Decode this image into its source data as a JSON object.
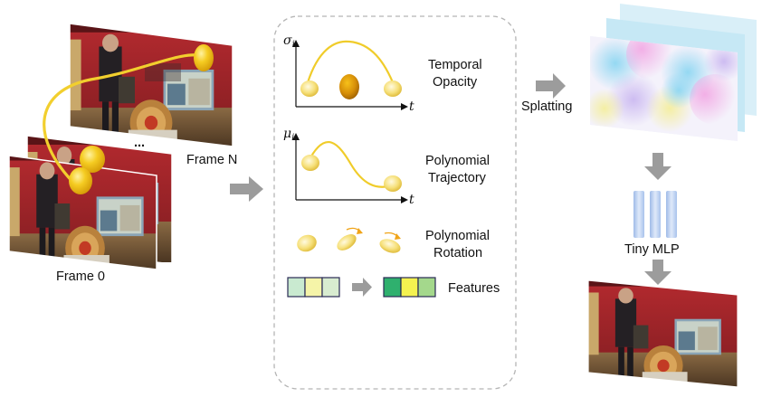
{
  "input_frames": {
    "frame_n_label": "Frame N",
    "frame_0_label": "Frame 0",
    "ellipsis": "..."
  },
  "attributes": {
    "temporal_opacity": {
      "y_symbol": "σ",
      "y_subscript": "i",
      "x_symbol": "t",
      "label_line1": "Temporal",
      "label_line2": "Opacity"
    },
    "polynomial_trajectory": {
      "y_symbol": "μ",
      "y_subscript": "i",
      "x_symbol": "t",
      "label_line1": "Polynomial",
      "label_line2": "Trajectory"
    },
    "polynomial_rotation": {
      "label_line1": "Polynomial",
      "label_line2": "Rotation"
    },
    "features": {
      "label": "Features",
      "before_colors": [
        "#c9ead0",
        "#f5f4a8",
        "#d8ecd0"
      ],
      "after_colors": [
        "#2fb06e",
        "#f4f250",
        "#a4d88c"
      ]
    }
  },
  "pipeline": {
    "splatting_label": "Splatting",
    "mlp_label": "Tiny MLP"
  },
  "colors": {
    "gaussian_gold": "#f2c318",
    "gaussian_light": "#f7dc6a",
    "curve": "#f0cc2a",
    "arrow": "#9c9c9c",
    "mlp_bar": "#b7cdee",
    "dashed_border": "#b5b5b5",
    "room_red": "#a3262b"
  }
}
